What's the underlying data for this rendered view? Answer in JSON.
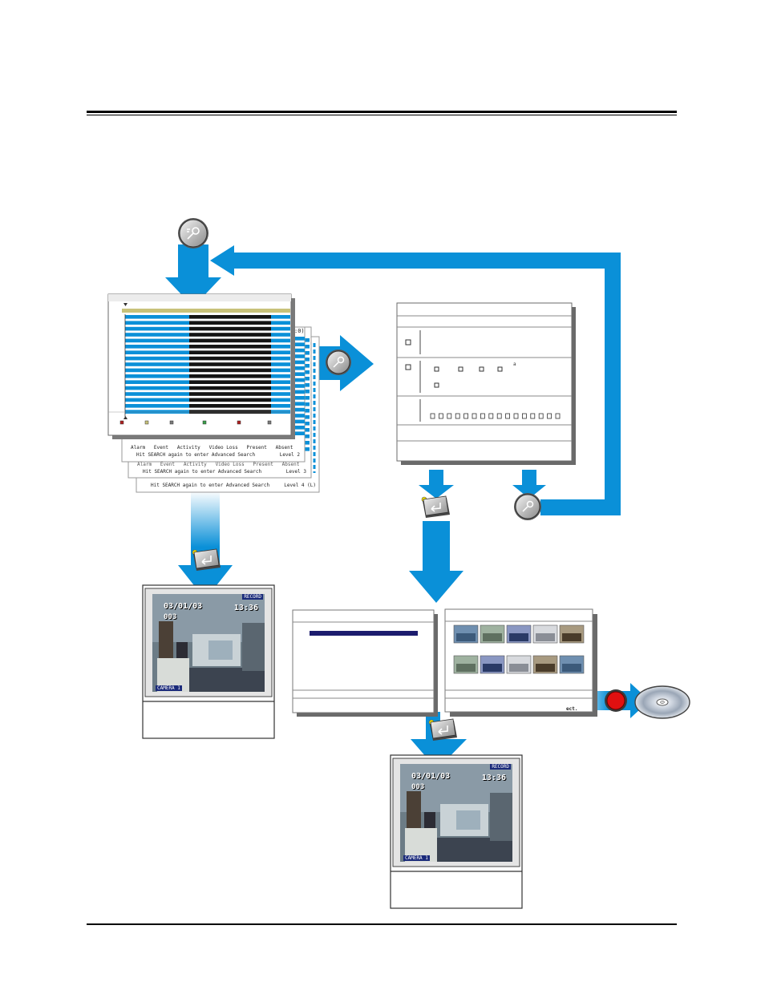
{
  "colors": {
    "flow_blue": "#0a90d8",
    "timeline_black": "#141414",
    "timeline_yellow": "#c8c27a",
    "menu_navy": "#1c1c6e",
    "record_red": "#e01010",
    "enter_dot": "#f6e100"
  },
  "icons": {
    "search_button": "search-button-icon",
    "enter_button": "enter-key-icon",
    "record_button": "record-button-icon",
    "disc": "cd-disc-icon",
    "monitor": "monitor-icon"
  },
  "timeline_screen": {
    "legend": [
      "Alarm",
      "Event",
      "Activity",
      "Video Loss",
      "Present",
      "Absent"
    ],
    "legend_colors": [
      "#b02020",
      "#c8c27a",
      "#7a7a7a",
      "#3aa04a",
      "#b02020",
      "#7a7a7a"
    ],
    "level_2": {
      "hint": "Hit SEARCH again to enter Advanced Search",
      "level": "Level 2"
    },
    "level_3": {
      "hint": "Hit SEARCH again to enter Advanced Search",
      "level": "Level 3"
    },
    "level_4": {
      "hint": "Hit SEARCH again to enter Advanced Search",
      "level": "Level 4 (L)"
    },
    "behind_legend": [
      "Alarm",
      "Event",
      "Activity",
      "Video Loss",
      "Present",
      "Absent"
    ],
    "corner_fragment": ":0)"
  },
  "live_view": {
    "date": "03/01/03",
    "time": "13:36",
    "camera_number": "003",
    "camera_label": "CAMERA 1",
    "recording_badge": "RECORD"
  },
  "thumbnail_screen": {
    "corner_text": "ect."
  },
  "advanced_search_panel": {
    "superscript": "a"
  }
}
